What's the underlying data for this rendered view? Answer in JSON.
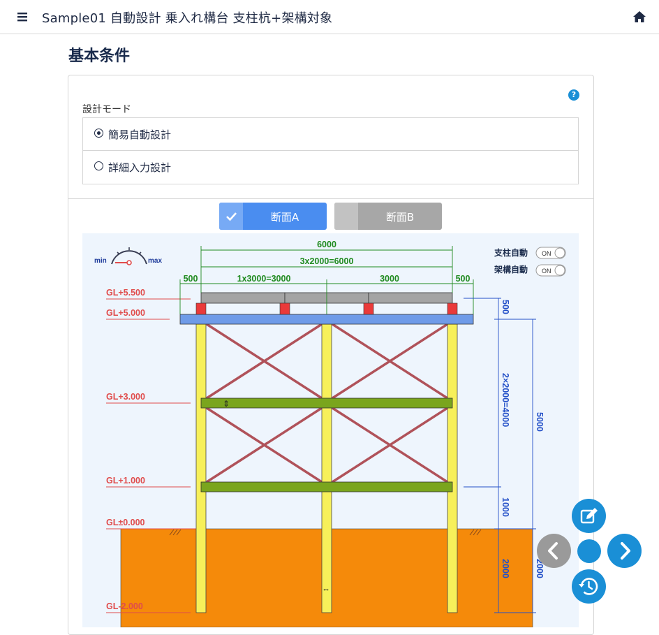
{
  "header": {
    "title": "Sample01 自動設計 乗入れ構台 支柱杭+架構対象"
  },
  "page_title": "基本条件",
  "design_mode": {
    "label": "設計モード",
    "options": [
      "簡易自動設計",
      "詳細入力設計"
    ],
    "selected": "簡易自動設計"
  },
  "tabs": [
    {
      "label": "断面A",
      "active": true
    },
    {
      "label": "断面B",
      "active": false
    }
  ],
  "diagram": {
    "gauge": {
      "min": "min",
      "max": "max"
    },
    "toggles": [
      {
        "label": "支柱自動",
        "value": "ON"
      },
      {
        "label": "架構自動",
        "value": "ON"
      }
    ],
    "levels": [
      "GL+5.500",
      "GL+5.000",
      "GL+3.000",
      "GL+1.000",
      "GL±0.000",
      "GL-2.000"
    ],
    "dims_top": {
      "total": "6000",
      "span": "3x2000=6000",
      "left_overhang": "500",
      "left_span": "1x3000=3000",
      "right_span": "3000",
      "right_overhang": "500"
    },
    "dims_right": {
      "deck": "500",
      "bracing": "2×2000=4000",
      "bottom": "1000",
      "total": "5000",
      "embed": "2000",
      "embed2": "2000"
    },
    "colors": {
      "deck": "#a4a4a4",
      "beam": "#6f9be8",
      "post": "#f7f05a",
      "brace": "#b0525a",
      "horizontal": "#7aa51d",
      "ground": "#f58a0a",
      "level_text": "#e04c4c",
      "dim_green": "#1f8a1f",
      "dim_blue": "#2350c8"
    }
  },
  "fab_colors": {
    "primary": "#1a8fd6",
    "disabled": "#9a9a9a"
  }
}
